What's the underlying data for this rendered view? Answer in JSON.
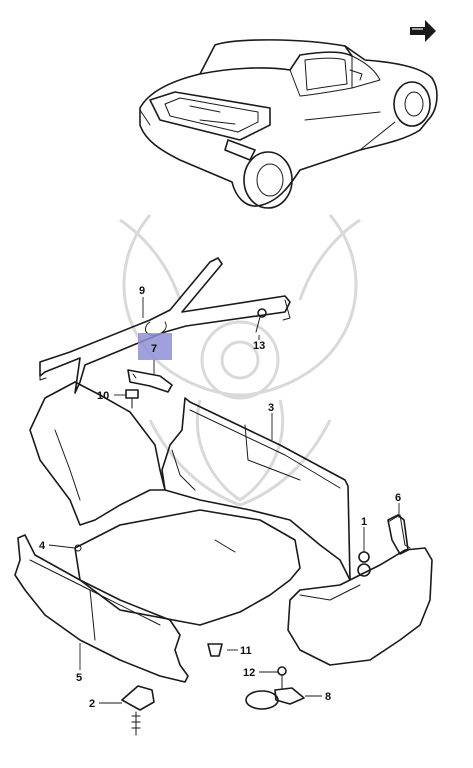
{
  "diagram": {
    "highlight_color": "#8f8fd6",
    "part_labels": {
      "p1": "1",
      "p2": "2",
      "p3": "3",
      "p4": "4",
      "p5": "5",
      "p6": "6",
      "p7": "7",
      "p8": "8",
      "p9": "9",
      "p10": "10",
      "p11": "11",
      "p12": "12",
      "p13": "13"
    },
    "icons": {
      "direction_arrow": "arrow-forward-icon",
      "watermark": "samurai-helmet-watermark"
    }
  }
}
